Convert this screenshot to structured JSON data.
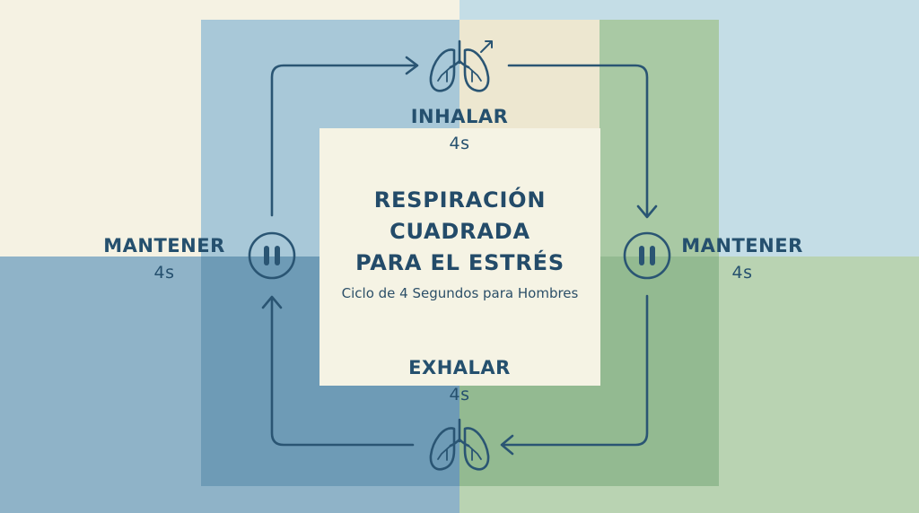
{
  "title": {
    "line1": "RESPIRACIÓN",
    "line2": "CUADRADA",
    "line3": "PARA EL ESTRÉS"
  },
  "subtitle": "Ciclo de 4 Segundos para Hombres",
  "phases": {
    "inhale": {
      "name": "INHALAR",
      "duration": "4s",
      "icon": "lungs-icon"
    },
    "hold_right": {
      "name": "MANTENER",
      "duration": "4s",
      "icon": "pause-icon"
    },
    "exhale": {
      "name": "EXHALAR",
      "duration": "4s",
      "icon": "lungs-icon"
    },
    "hold_left": {
      "name": "MANTENER",
      "duration": "4s",
      "icon": "pause-icon"
    }
  },
  "colors": {
    "ink": "#2a5573",
    "quadrant_top_left": "#f5f2e3",
    "quadrant_top_right": "#c4dde6",
    "quadrant_bottom_left": "#8fb3c8",
    "quadrant_bottom_right": "#b9d3b2",
    "center_card": "#f5f3e4"
  }
}
